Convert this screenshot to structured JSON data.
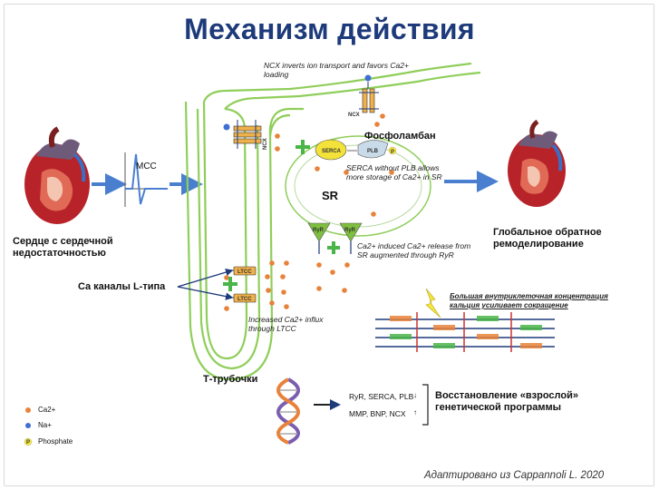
{
  "slide": {
    "title": "Механизм действия",
    "left_heart_caption": "Сердце с сердечной недостаточностью",
    "right_heart_caption": "Глобальное обратное ремоделирование",
    "mcc_label": "МСС",
    "ca_channels_label": "Ca каналы L-типа",
    "t_tubule_label": "Т-трубочки",
    "phospholamban_label": "Фосфоламбан",
    "sr_label": "SR",
    "ncx_note": "NCX inverts ion transport and favors Ca2+ loading",
    "serca_note": "SERCA without PLB allows more storage of Ca2+ in SR",
    "ryr_note": "Ca2+ induced Ca2+ release from SR augmented through RyR",
    "ltcc_note": "Increased Ca2+ influx through LTCC",
    "sarcomere_note": "Большая внутриклеточная концентрация кальция усиливает сокращение",
    "box_labels": {
      "ncx": "NCX",
      "serca": "SERCA",
      "plb": "PLB",
      "ryr": "RyR",
      "ltcc": "LTCC",
      "phosphate_symbol": "P"
    },
    "gene_list": {
      "line1": "RyR, SERCA, PLB",
      "line2": "MMP, BNP, NCX",
      "arrow1": "↓",
      "arrow2": "↑"
    },
    "gene_program": "Восстановление «взрослой» генетической программы",
    "legend": [
      {
        "label": "Ca2+",
        "color": "#e8823a"
      },
      {
        "label": "Na+",
        "color": "#3f6fd1"
      },
      {
        "label": "Phosphate",
        "color": "#f5e63a"
      }
    ],
    "source": "Адаптировано из Cappannoli L. 2020",
    "colors": {
      "title": "#1d3a7a",
      "membrane": "#8fce5a",
      "arrow": "#4a7fd0",
      "plus": "#4ab548",
      "calcium": "#e8823a",
      "sodium": "#3f6fd1",
      "phosphate": "#f5e63a",
      "serca": "#f2e23a",
      "ryr": "#7fbf3f"
    }
  }
}
